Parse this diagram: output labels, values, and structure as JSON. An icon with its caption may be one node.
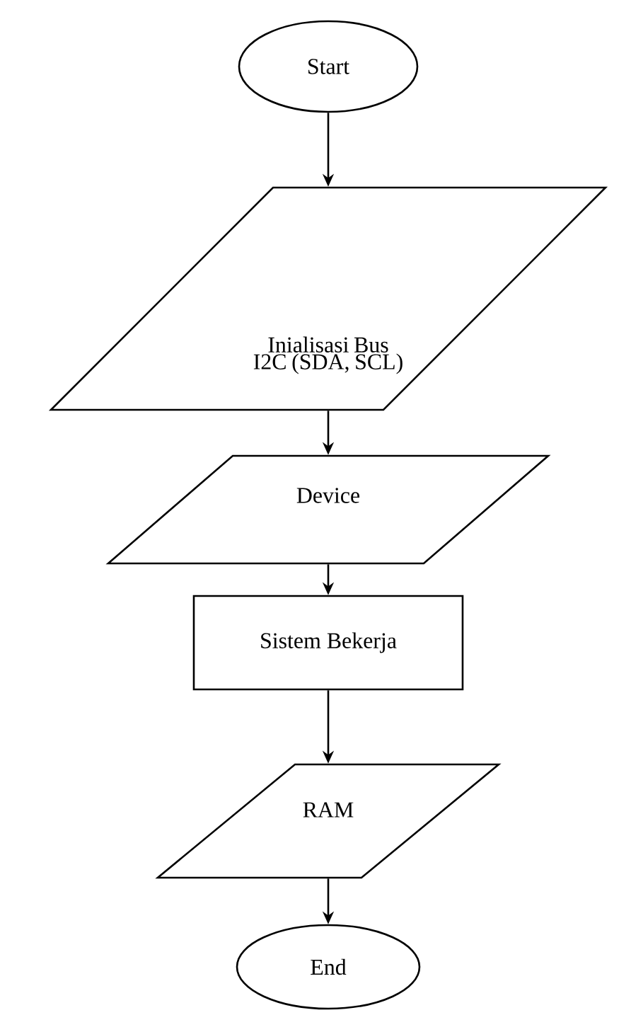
{
  "diagram": {
    "nodes": [
      {
        "text": [
          "Start"
        ]
      },
      {
        "text": [
          "Inialisasi Bus I2C (SDA, SCL)"
        ]
      },
      {
        "text": [
          "Device"
        ]
      },
      {
        "text": [
          "Sistem Bekerja"
        ]
      },
      {
        "text": [
          "RAM"
        ]
      },
      {
        "text": [
          "End"
        ]
      }
    ],
    "edges": [
      {
        "from": 0,
        "to": 1,
        "arrow": "to"
      },
      {
        "from": 1,
        "to": 2,
        "arrow": "to"
      },
      {
        "from": 2,
        "to": 3,
        "arrow": "to"
      },
      {
        "from": 3,
        "to": 4,
        "arrow": "to"
      },
      {
        "from": 4,
        "to": 5,
        "arrow": "to"
      }
    ]
  }
}
